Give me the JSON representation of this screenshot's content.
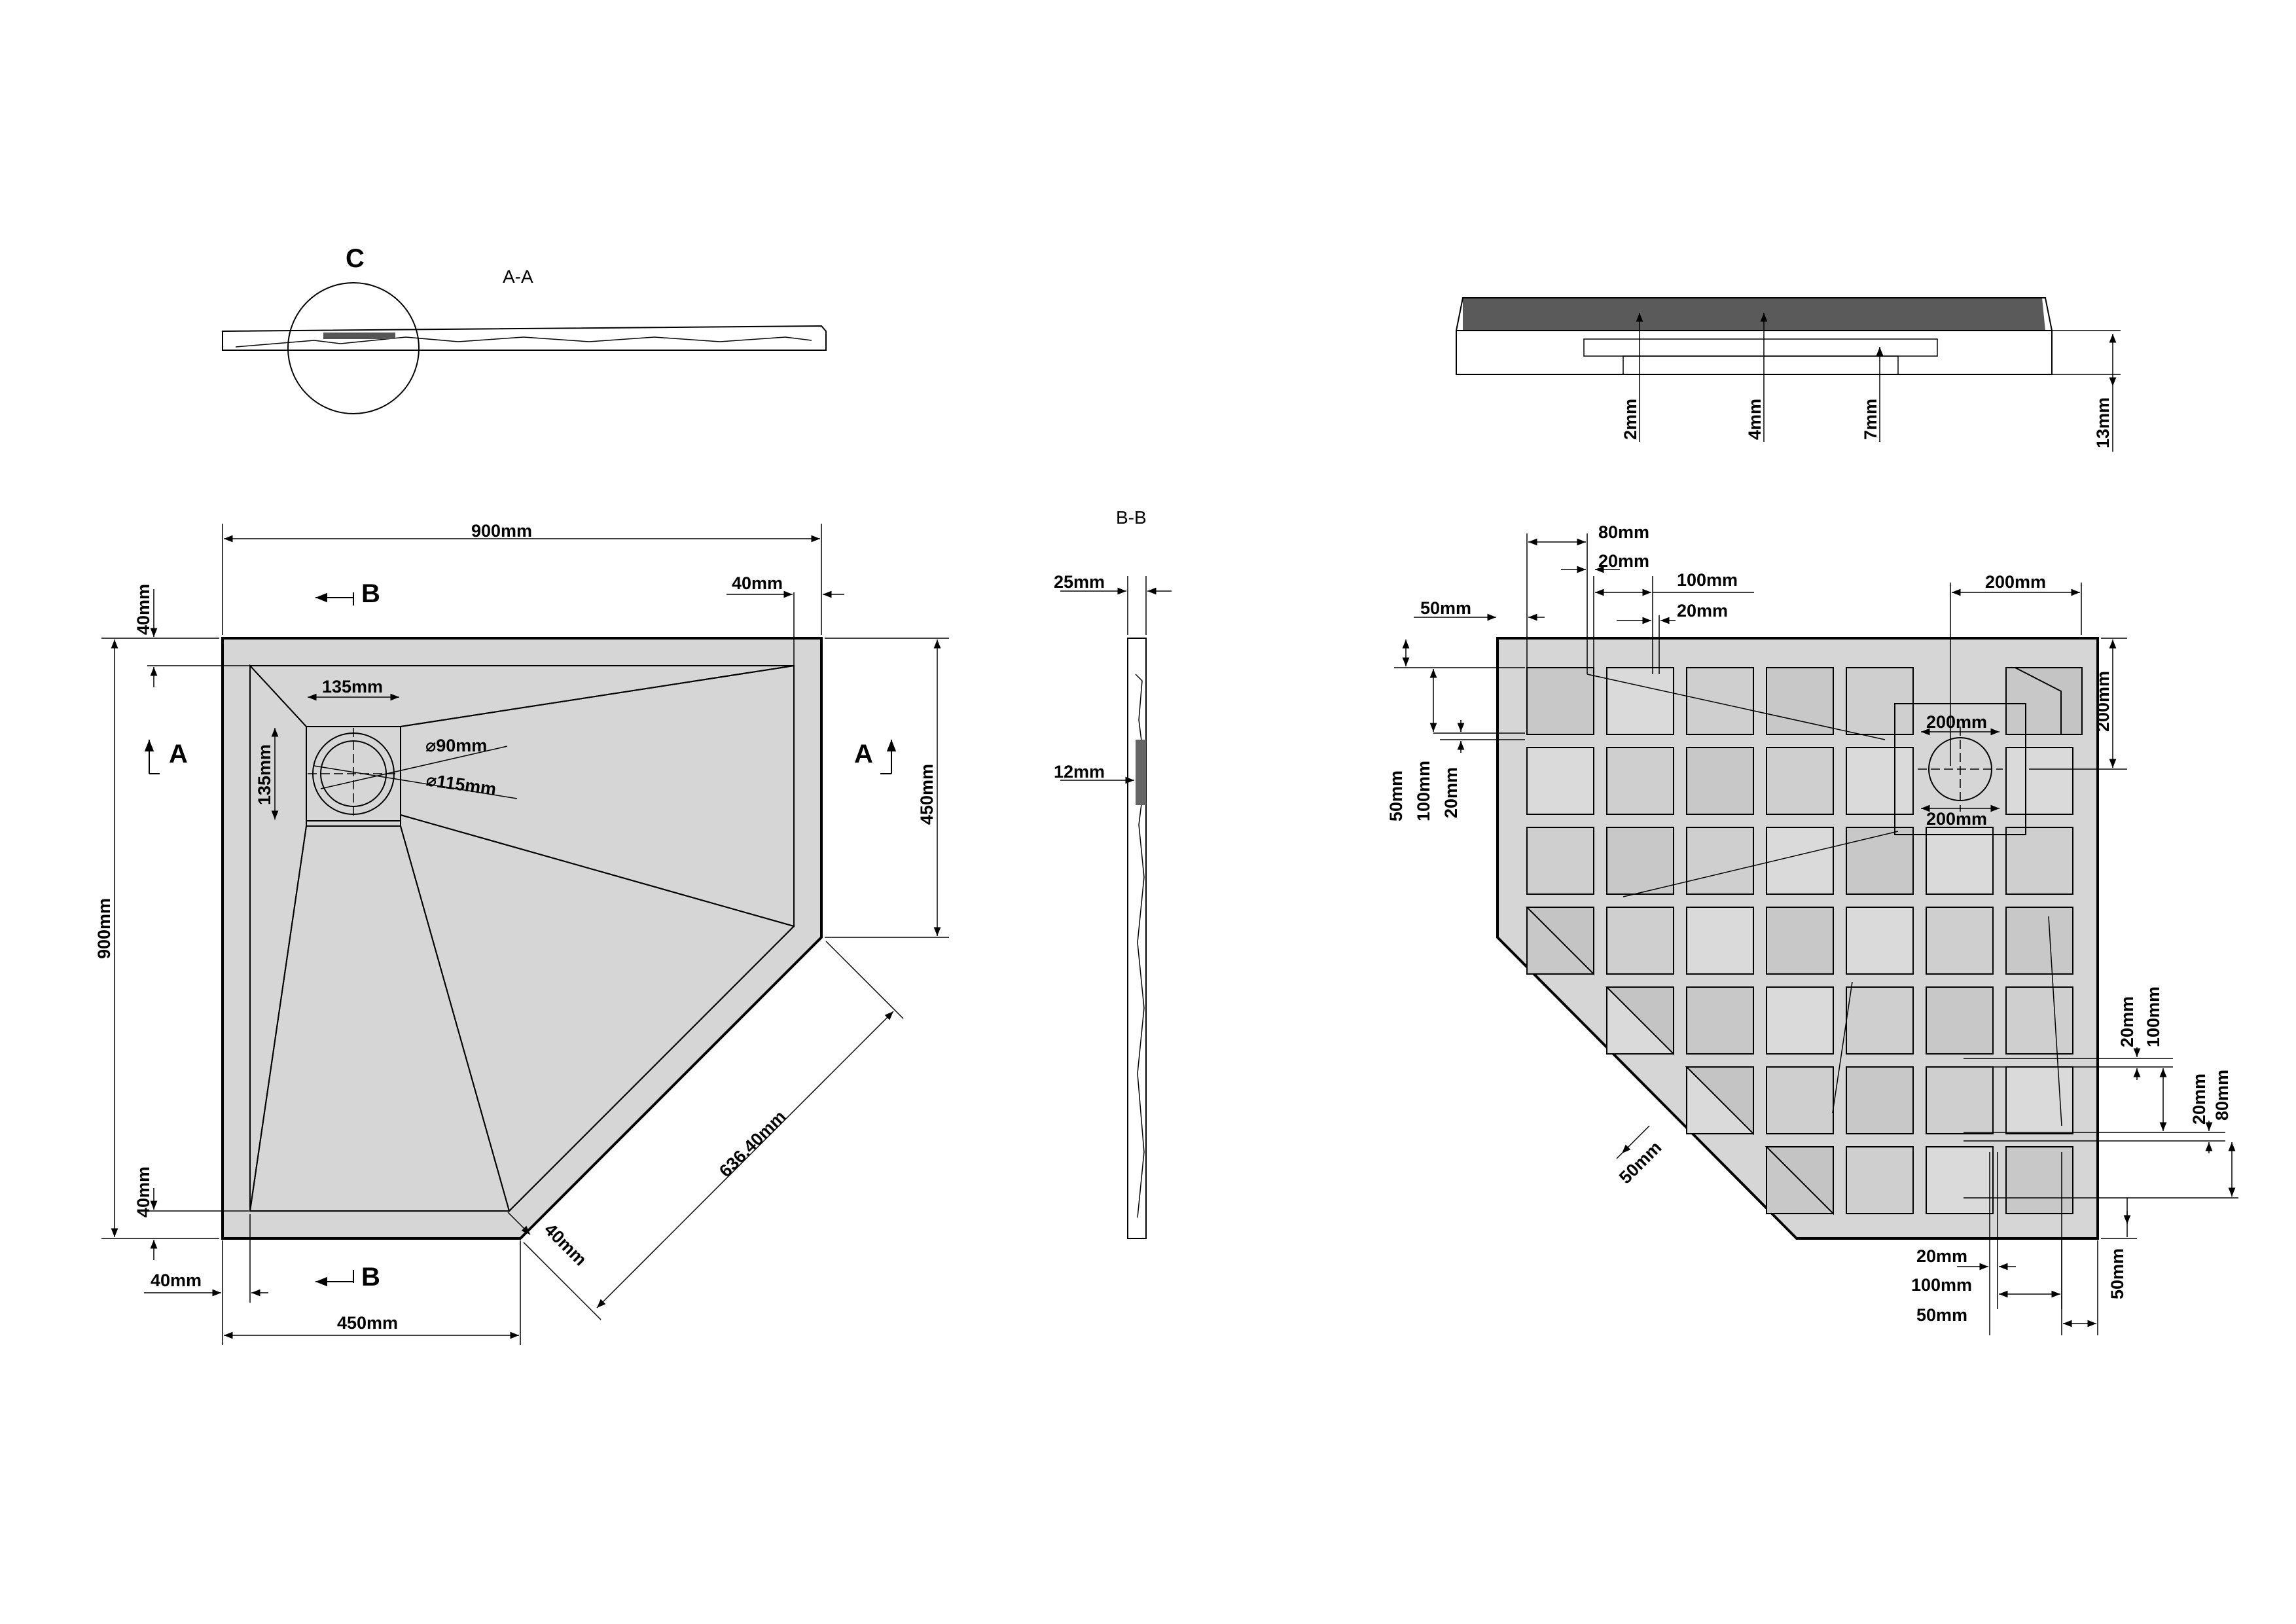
{
  "views": {
    "section_aa": {
      "title": "A-A",
      "detail_label": "C"
    },
    "section_bb": {
      "title": "B-B"
    },
    "plan": {
      "dim_width": "900mm",
      "dim_height": "900mm",
      "dim_rim_right": "40mm",
      "dim_rim_top": "40mm",
      "dim_rim_bottom": "40mm",
      "dim_rim_left": "40mm",
      "dim_side_right": "450mm",
      "dim_side_bottom": "450mm",
      "dim_diagonal": "636.40mm",
      "dim_diagonal_rim": "40mm",
      "dim_drain_w": "135mm",
      "dim_drain_h": "135mm",
      "dim_drain_inner": "90mm",
      "dim_drain_outer": "115mm",
      "diameter_symbol": "⌀",
      "section_a": "A",
      "section_b": "B"
    },
    "bb_dims": {
      "top": "25mm",
      "mid": "12mm"
    },
    "detail_c": {
      "d1": "2mm",
      "d2": "4mm",
      "d3": "7mm",
      "d4": "13mm"
    },
    "underside": {
      "top_50": "50mm",
      "top_80": "80mm",
      "top_20a": "20mm",
      "top_100": "100mm",
      "top_20b": "20mm",
      "top_200": "200mm",
      "drain_200a": "200mm",
      "drain_200b": "200mm",
      "right_200": "200mm",
      "left_50": "50mm",
      "left_100": "100mm",
      "left_20": "20mm",
      "right_20a": "20mm",
      "right_100": "100mm",
      "right_20b": "20mm",
      "right_80": "80mm",
      "diag_50": "50mm",
      "bottom_20": "20mm",
      "bottom_100": "100mm",
      "bottom_50": "50mm",
      "bottom_right_50": "50mm"
    }
  },
  "colors": {
    "surface": "#d6d6d6",
    "shade": "#a9a9a9",
    "light": "#e6e6e6",
    "line": "#000000"
  }
}
